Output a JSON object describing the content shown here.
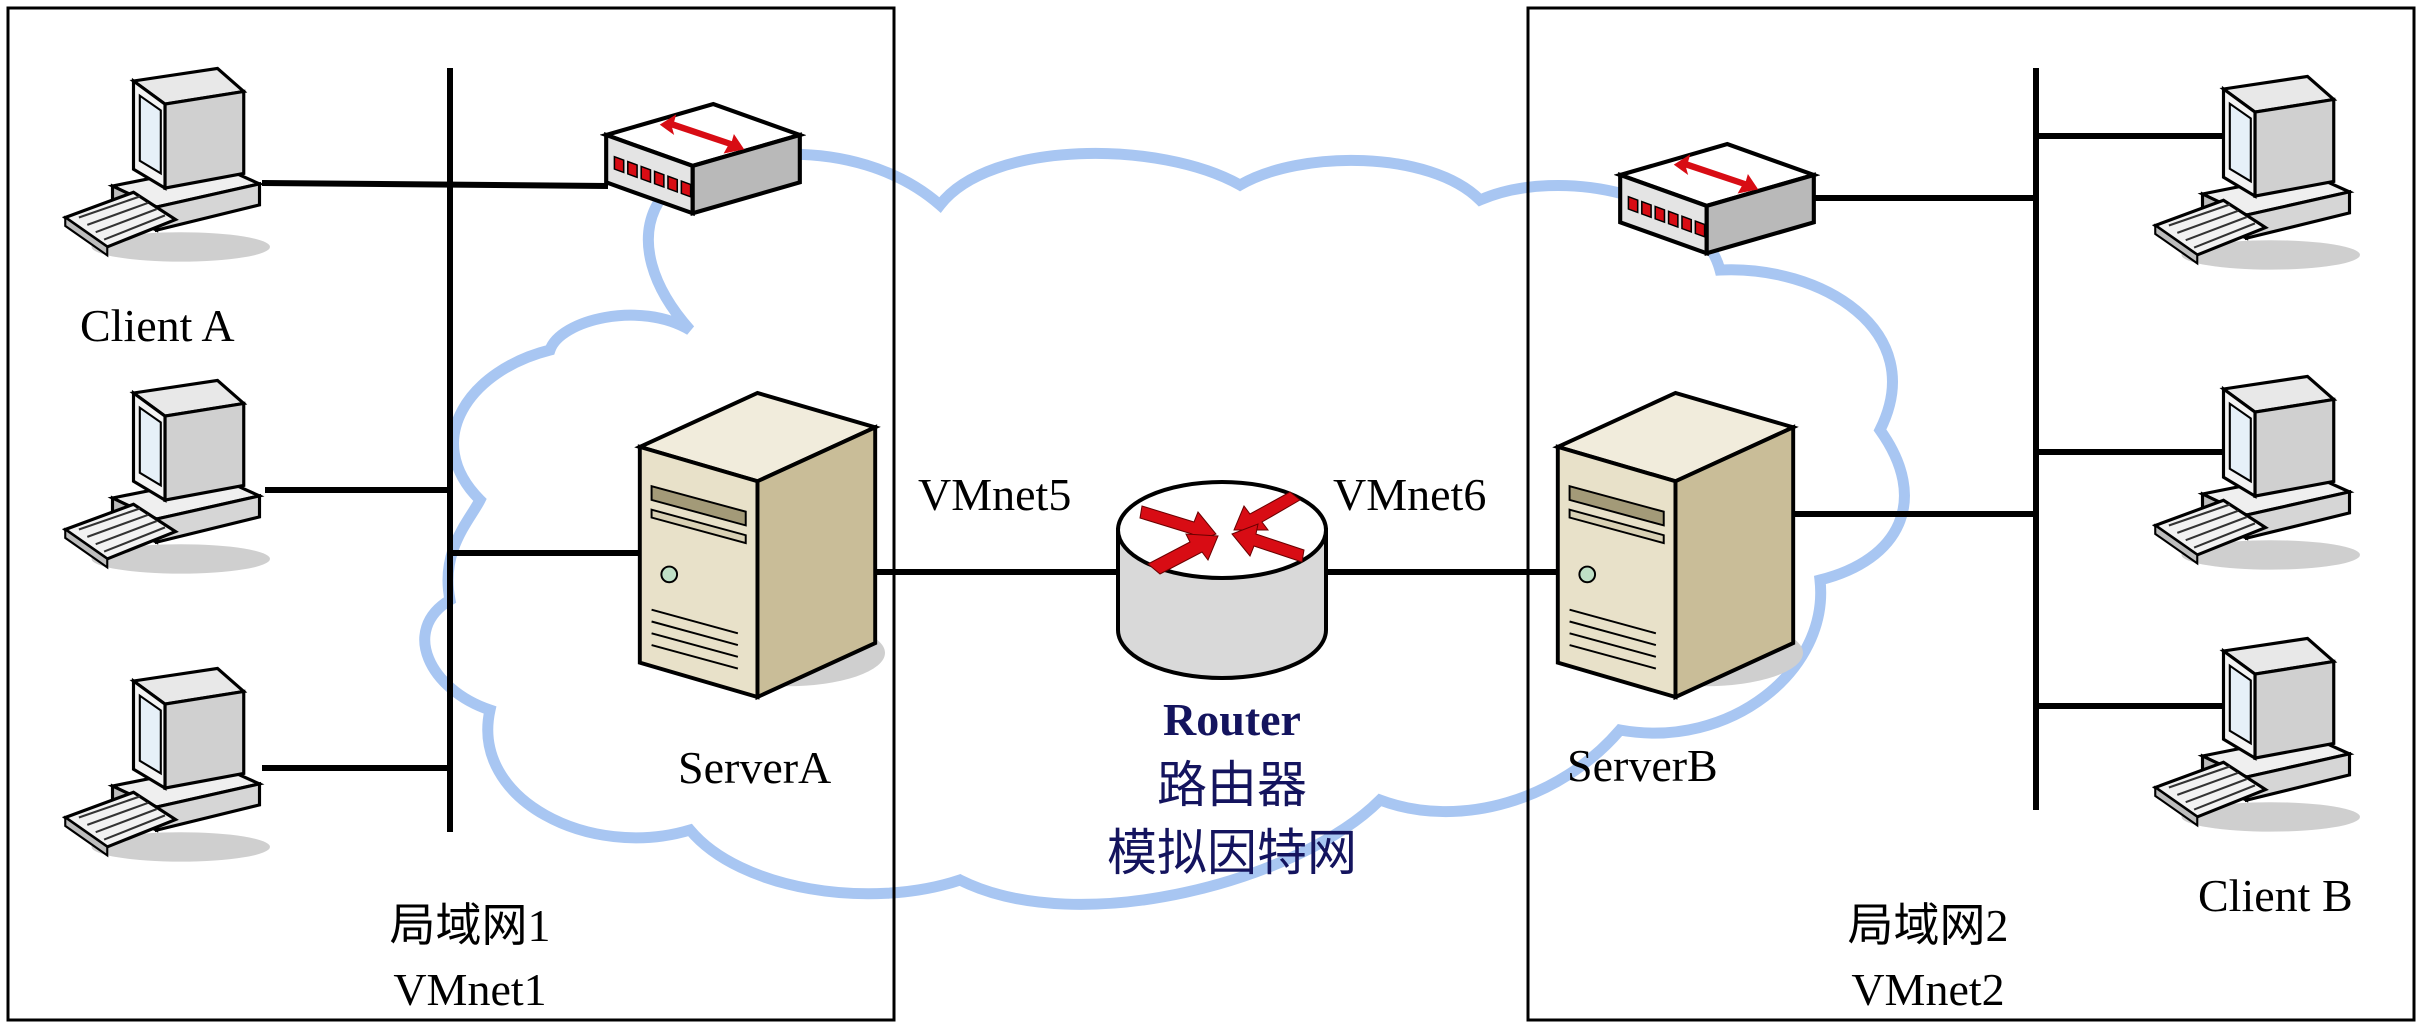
{
  "lan1": {
    "name": "局域网1",
    "vmnet": "VMnet1",
    "client_label": "Client A",
    "server_label": "ServerA"
  },
  "lan2": {
    "name": "局域网2",
    "vmnet": "VMnet2",
    "client_label": "Client B",
    "server_label": "ServerB"
  },
  "links": {
    "left": "VMnet5",
    "right": "VMnet6"
  },
  "router": {
    "title": "Router",
    "line1": "路由器",
    "line2": "模拟因特网"
  },
  "colors": {
    "cloud": "#a8c6f2",
    "router_arrow": "#d80c14",
    "text_router": "#14145e"
  },
  "icons": [
    "computer-icon",
    "switch-icon",
    "server-icon",
    "router-icon",
    "cloud-shape"
  ]
}
